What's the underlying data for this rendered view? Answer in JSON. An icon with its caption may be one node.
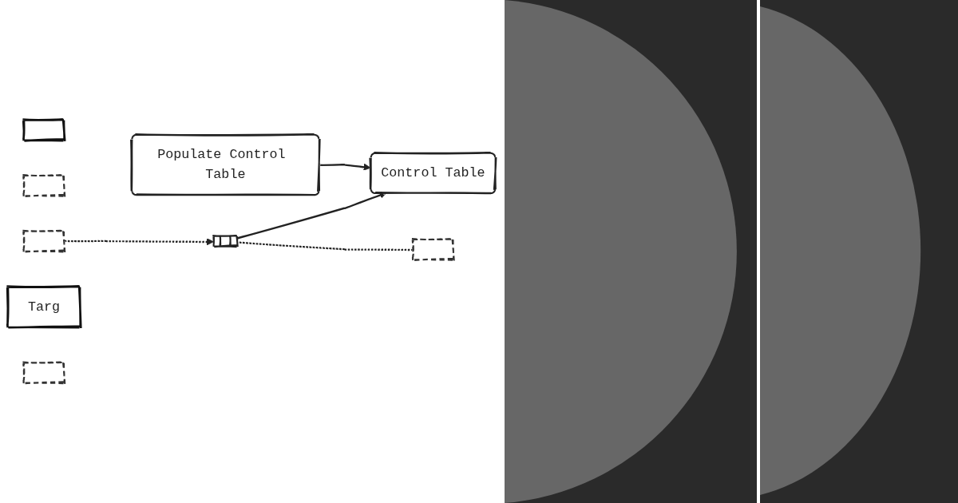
{
  "diagram": {
    "nodes": [
      {
        "text": [],
        "shape": "box"
      },
      {
        "text": [],
        "shape": "box"
      },
      {
        "text": [],
        "shape": "box"
      },
      {
        "text": [
          "Populate Control Table"
        ]
      },
      {
        "text": [
          "Control Table"
        ]
      },
      {
        "text": [],
        "shape": "box"
      },
      {
        "text": [
          "Targ"
        ]
      },
      {
        "text": [],
        "shape": "box"
      },
      {
        "text": [],
        "shape": "box"
      }
    ],
    "edges": [
      {
        "from": 2,
        "to": 5,
        "arrow": "to",
        "style": "dashed"
      },
      {
        "from": 3,
        "to": 4,
        "arrow": "to"
      },
      {
        "from": 5,
        "to": 4,
        "arrow": "to"
      },
      {
        "from": 5,
        "to": 8,
        "arrow": "none",
        "style": "dashed"
      }
    ]
  }
}
